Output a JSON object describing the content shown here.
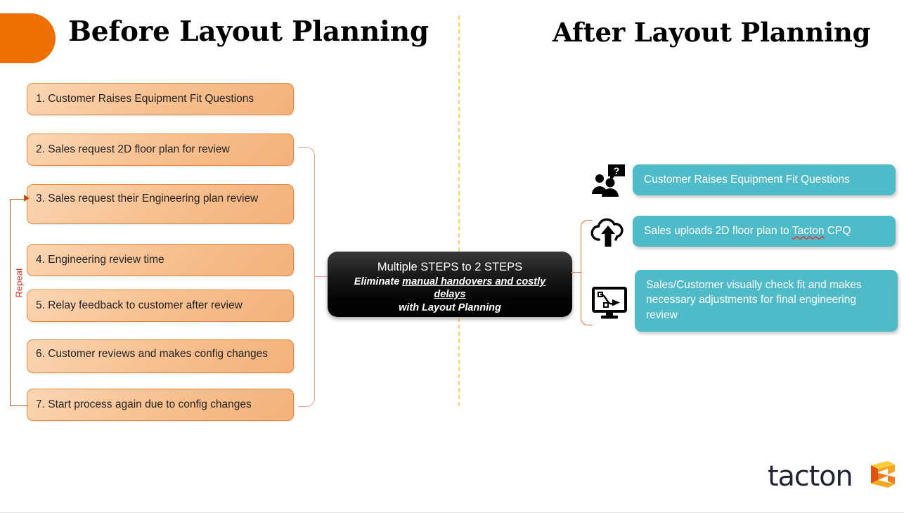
{
  "slide": {
    "background_color": "#ffffff",
    "divider_color": "#FCD65B",
    "corner_accent_color": "#ED7004"
  },
  "headings": {
    "before": "Before Layout Planning",
    "after": "After Layout Planning"
  },
  "before_column": {
    "box_fill": "#F8C293",
    "box_border": "#E58A42",
    "steps": [
      {
        "label": "1. Customer Raises Equipment Fit Questions"
      },
      {
        "label": "2. Sales request 2D floor plan for review"
      },
      {
        "label": "3. Sales request their Engineering plan review"
      },
      {
        "label": "4. Engineering review time"
      },
      {
        "label": "5. Relay feedback to customer after review"
      },
      {
        "label": "6. Customer reviews and makes config changes"
      },
      {
        "label": "7. Start process again due to config changes"
      }
    ],
    "loop_label": "Repeat",
    "loop_color": "#C0561B",
    "loop_label_color": "#D9331F",
    "bracket_color": "#F2A085"
  },
  "callout": {
    "headline": "Multiple STEPS to 2 STEPS",
    "sub_prefix": "Eliminate ",
    "sub_emphasis_1": "manual handovers",
    "sub_middle": " and ",
    "sub_emphasis_2": "costly delays",
    "sub_line2": "with Layout Planning",
    "background_color": "#000000",
    "text_color": "#ffffff"
  },
  "after_column": {
    "box_fill": "#4FBAC8",
    "bracket_color": "#E8743A",
    "steps": [
      {
        "icon": "people-question-icon",
        "label": "Customer Raises Equipment Fit Questions",
        "spellcheck_word": ""
      },
      {
        "icon": "cloud-upload-icon",
        "label_before": "Sales uploads 2D floor plan to ",
        "spellcheck_word": "Tacton",
        "label_after": " CPQ"
      },
      {
        "icon": "monitor-design-icon",
        "label": "Sales/Customer visually check fit and makes necessary adjustments for final engineering review",
        "spellcheck_word": ""
      }
    ]
  },
  "logo": {
    "wordmark": "tacton",
    "word_color": "#1F2430",
    "mark_colors": {
      "top": "#F9CE3D",
      "right": "#F5A623",
      "left": "#E0520F",
      "inner": "#F07C1B"
    }
  }
}
